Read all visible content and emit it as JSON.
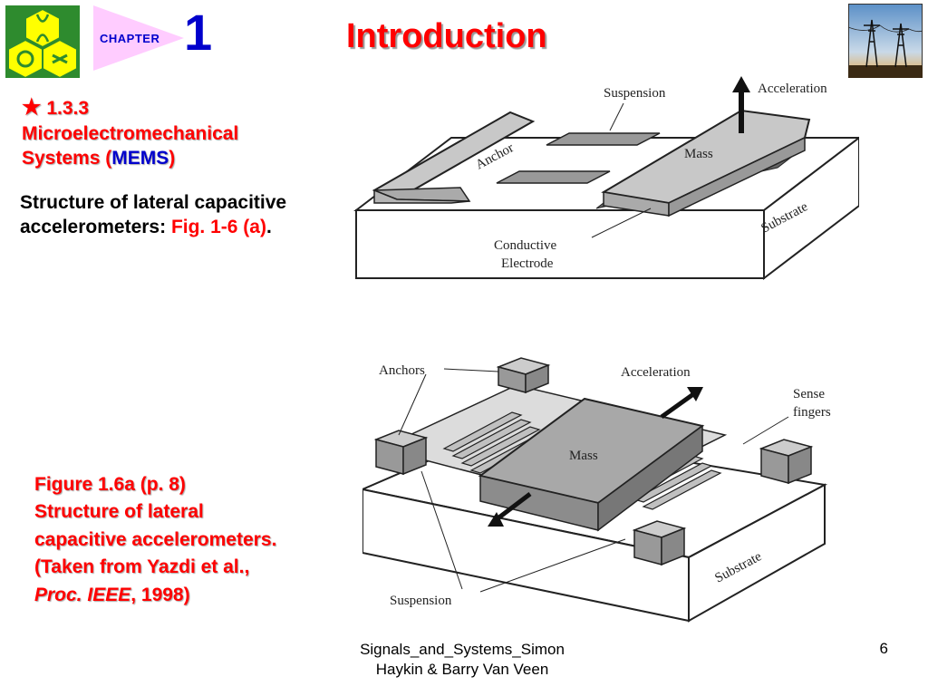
{
  "header": {
    "chapter_label": "CHAPTER",
    "chapter_number": "1",
    "title": "Introduction"
  },
  "section": {
    "star": "★",
    "number": "1.3.3",
    "line1": "Microelectromechanical",
    "line2_prefix": "Systems (",
    "acronym": "MEMS",
    "line2_suffix": ")"
  },
  "structure": {
    "line1": "Structure of lateral capacitive",
    "line2_prefix": "accelerometers: ",
    "fig_ref": "Fig. 1-6 (a)",
    "line2_suffix": "."
  },
  "caption": {
    "line1": "Figure 1.6a  (p. 8)",
    "line2": "Structure of lateral",
    "line3": "capacitive accelerometers.",
    "line4": "(Taken from Yazdi et al.,",
    "journal": "Proc. IEEE",
    "year": ", 1998)"
  },
  "fig_top_labels": {
    "suspension": "Suspension",
    "acceleration": "Acceleration",
    "anchor": "Anchor",
    "mass": "Mass",
    "substrate": "Substrate",
    "conductive": "Conductive",
    "electrode": "Electrode"
  },
  "fig_bottom_labels": {
    "anchors": "Anchors",
    "acceleration": "Acceleration",
    "sense": "Sense",
    "fingers": "fingers",
    "mass": "Mass",
    "substrate": "Substrate",
    "suspension": "Suspension"
  },
  "footer": {
    "line1": "Signals_and_Systems_Simon",
    "line2": "Haykin & Barry Van Veen",
    "page": "6"
  },
  "colors": {
    "title_red": "#ff0000",
    "chapter_blue": "#0000cc",
    "logo_green": "#2e8b2e",
    "logo_yellow": "#ffff00",
    "tab_pink": "#ffccff"
  }
}
